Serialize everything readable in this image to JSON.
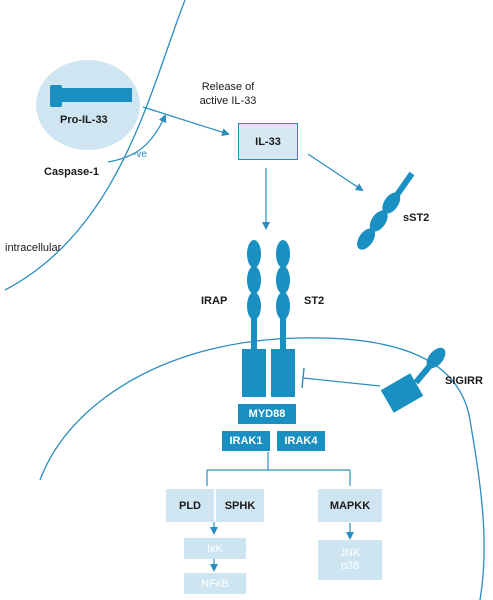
{
  "labels": {
    "release": "Release of\nactive IL-33",
    "pro_il33": "Pro-IL-33",
    "caspase": "Caspase-1",
    "neg": "-ve",
    "intracellular": "intracellular",
    "sst2": "sST2",
    "irap": "IRAP",
    "st2": "ST2",
    "sigirr": "SIGIRR"
  },
  "boxes": {
    "il33": "IL-33",
    "myd88": "MYD88",
    "irak1": "IRAK1",
    "irak4": "IRAK4",
    "pld": "PLD",
    "sphk": "SPHK",
    "mapkk": "MAPKK",
    "ikk": "IκK",
    "nfkb": "NFκB",
    "jnk": "JNK",
    "p38": "p38"
  },
  "colors": {
    "accent": "#1a8fc1",
    "light": "#cfe6f2",
    "pale": "#cde5f1",
    "line": "#2a8dbf"
  }
}
